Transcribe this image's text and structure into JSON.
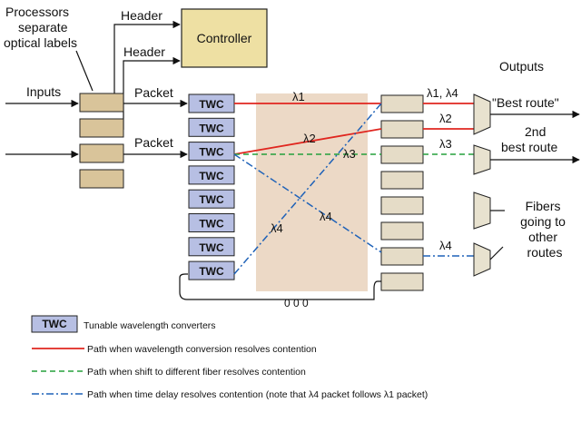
{
  "labels": {
    "processors_lines": [
      "Processors",
      "separate",
      "optical labels"
    ],
    "header_top": "Header",
    "header_bottom": "Header",
    "controller": "Controller",
    "inputs": "Inputs",
    "packet_top": "Packet",
    "packet_bottom": "Packet",
    "outputs": "Outputs",
    "best_route": "\"Best route\"",
    "second_best_lines": [
      "2nd",
      "best route"
    ],
    "fibers_lines": [
      "Fibers",
      "going to",
      "other",
      "routes"
    ],
    "ellipsis": "0 0 0"
  },
  "twc_label": "TWC",
  "twc_count": 8,
  "wavelength_labels": {
    "l1_conv": "λ1",
    "l2_conv": "λ2",
    "l3_fiber": "λ3",
    "l4_cross": "λ4",
    "l4_down": "λ4",
    "out_l1_l4": "λ1, λ4",
    "out_l2": "λ2",
    "out_l3": "λ3",
    "out_l4": "λ4"
  },
  "legend": {
    "twc_box": "TWC",
    "twc_desc": "Tunable wavelength converters",
    "red_desc": "Path when wavelength conversion resolves contention",
    "green_desc": "Path when shift to different fiber resolves contention",
    "blue_desc": "Path when time delay resolves contention (note that λ4 packet follows λ1 packet)"
  },
  "colors": {
    "shaded_region": "#ecd9c6",
    "processor_fill": "#d9c49a",
    "buffer_fill": "#e5dcc7",
    "twc_fill": "#b7bfe3",
    "controller_fill": "#eee0a3",
    "mux_fill": "#e8e2cf",
    "red": "#e0261f",
    "green": "#25a03b",
    "blue": "#1f62b8"
  }
}
